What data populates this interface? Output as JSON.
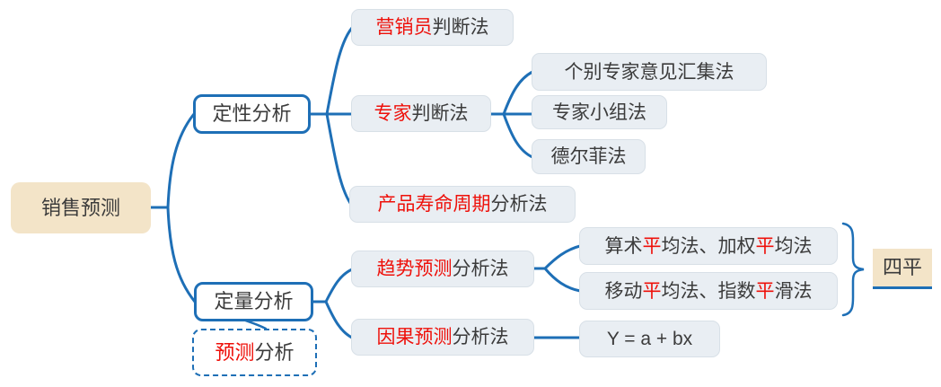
{
  "diagram": {
    "title_root": "销售预测",
    "colors": {
      "connector_blue": "#1e6fb6",
      "highlight_red": "#ee100a",
      "root_beige": "#f3e4c8",
      "leaf_fill": "#e9eef3",
      "leaf_border": "#d8e0e7",
      "text_dark": "#3b3b3b"
    },
    "nodes": {
      "root": {
        "segments": [
          {
            "t": "销售预测",
            "c": "dark"
          }
        ]
      },
      "qualitative": {
        "segments": [
          {
            "t": "定性分析",
            "c": "dark"
          }
        ]
      },
      "quantitative": {
        "segments": [
          {
            "t": "定量分析",
            "c": "dark"
          }
        ]
      },
      "callout": {
        "segments": [
          {
            "t": "预测",
            "c": "red"
          },
          {
            "t": "分析",
            "c": "dark"
          }
        ]
      },
      "salesman_method": {
        "segments": [
          {
            "t": "营销员",
            "c": "red"
          },
          {
            "t": "判断法",
            "c": "dark"
          }
        ]
      },
      "expert_method": {
        "segments": [
          {
            "t": "专家",
            "c": "red"
          },
          {
            "t": "判断法",
            "c": "dark"
          }
        ]
      },
      "individual_expert": {
        "segments": [
          {
            "t": "个别专家意见汇集法",
            "c": "dark"
          }
        ]
      },
      "expert_group": {
        "segments": [
          {
            "t": "专家小组法",
            "c": "dark"
          }
        ]
      },
      "delphi": {
        "segments": [
          {
            "t": "德尔菲法",
            "c": "dark"
          }
        ]
      },
      "lifecycle": {
        "segments": [
          {
            "t": "产品寿命周期",
            "c": "red"
          },
          {
            "t": "分析法",
            "c": "dark"
          }
        ]
      },
      "trend": {
        "segments": [
          {
            "t": "趋势预测",
            "c": "red"
          },
          {
            "t": "分析法",
            "c": "dark"
          }
        ]
      },
      "causal": {
        "segments": [
          {
            "t": "因果预测",
            "c": "red"
          },
          {
            "t": "分析法",
            "c": "dark"
          }
        ]
      },
      "averages_a": {
        "segments": [
          {
            "t": "算术",
            "c": "dark"
          },
          {
            "t": "平",
            "c": "red"
          },
          {
            "t": "均法、加权",
            "c": "dark"
          },
          {
            "t": "平",
            "c": "red"
          },
          {
            "t": "均法",
            "c": "dark"
          }
        ]
      },
      "averages_b": {
        "segments": [
          {
            "t": "移动",
            "c": "dark"
          },
          {
            "t": "平",
            "c": "red"
          },
          {
            "t": "均法、指数",
            "c": "dark"
          },
          {
            "t": "平",
            "c": "red"
          },
          {
            "t": "滑法",
            "c": "dark"
          }
        ]
      },
      "formula": {
        "segments": [
          {
            "t": "Y = a + bx",
            "c": "dark"
          }
        ]
      },
      "summary_siping": {
        "segments": [
          {
            "t": "四平",
            "c": "dark"
          }
        ]
      }
    }
  }
}
